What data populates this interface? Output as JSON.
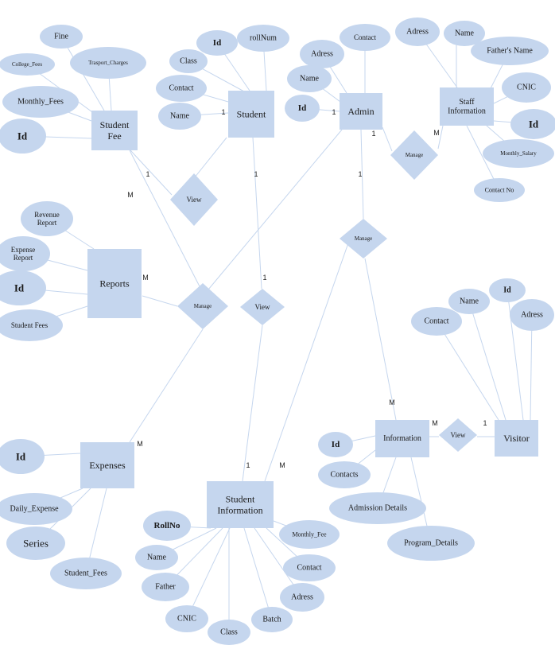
{
  "entities": [
    {
      "id": "student_fee",
      "lines": [
        "Student",
        "Fee"
      ]
    },
    {
      "id": "student",
      "lines": [
        "Student"
      ]
    },
    {
      "id": "admin",
      "lines": [
        "Admin"
      ]
    },
    {
      "id": "staff_information",
      "lines": [
        "Staff",
        "Information"
      ]
    },
    {
      "id": "reports",
      "lines": [
        "Reports"
      ]
    },
    {
      "id": "expenses",
      "lines": [
        "Expenses"
      ]
    },
    {
      "id": "student_information",
      "lines": [
        "Student",
        "Information"
      ]
    },
    {
      "id": "information",
      "lines": [
        "Information"
      ]
    },
    {
      "id": "visitor",
      "lines": [
        "Visitor"
      ]
    }
  ],
  "relationships": [
    {
      "id": "rel_view_1",
      "label": "View"
    },
    {
      "id": "rel_manage_staff",
      "label": "Manage"
    },
    {
      "id": "rel_manage_info",
      "label": "Manage"
    },
    {
      "id": "rel_manage_reports",
      "label": "Manage"
    },
    {
      "id": "rel_view_2",
      "label": "View"
    },
    {
      "id": "rel_view_visitor",
      "label": "View"
    }
  ],
  "attributes": [
    {
      "id": "a_fine",
      "lines": [
        "Fine"
      ]
    },
    {
      "id": "a_college_fees",
      "lines": [
        "College_Fees"
      ]
    },
    {
      "id": "a_transport",
      "lines": [
        "Trasport_Charges"
      ]
    },
    {
      "id": "a_monthly_fees",
      "lines": [
        "Monthly_Fees"
      ]
    },
    {
      "id": "a_sf_id",
      "lines": [
        "Id"
      ]
    },
    {
      "id": "a_st_id",
      "lines": [
        "Id"
      ]
    },
    {
      "id": "a_rollnum",
      "lines": [
        "rollNum"
      ]
    },
    {
      "id": "a_class",
      "lines": [
        "Class"
      ]
    },
    {
      "id": "a_st_contact",
      "lines": [
        "Contact"
      ]
    },
    {
      "id": "a_st_name",
      "lines": [
        "Name"
      ]
    },
    {
      "id": "a_ad_adress",
      "lines": [
        "Adress"
      ]
    },
    {
      "id": "a_ad_contact",
      "lines": [
        "Contact"
      ]
    },
    {
      "id": "a_ad_name",
      "lines": [
        "Name"
      ]
    },
    {
      "id": "a_ad_id",
      "lines": [
        "Id"
      ]
    },
    {
      "id": "a_sti_adress",
      "lines": [
        "Adress"
      ]
    },
    {
      "id": "a_sti_name",
      "lines": [
        "Name"
      ]
    },
    {
      "id": "a_father_name",
      "lines": [
        "Father's Name"
      ]
    },
    {
      "id": "a_cnic",
      "lines": [
        "CNIC"
      ]
    },
    {
      "id": "a_sti_id",
      "lines": [
        "Id"
      ]
    },
    {
      "id": "a_monthly_salary",
      "lines": [
        "Monthly_Salary"
      ]
    },
    {
      "id": "a_contact_no",
      "lines": [
        "Contact No"
      ]
    },
    {
      "id": "a_revenue",
      "lines": [
        "Revenue",
        "Report"
      ]
    },
    {
      "id": "a_expense_report",
      "lines": [
        "Expense",
        "Report"
      ]
    },
    {
      "id": "a_rep_id",
      "lines": [
        "Id"
      ]
    },
    {
      "id": "a_rep_student_fees",
      "lines": [
        "Student Fees"
      ]
    },
    {
      "id": "a_vis_name",
      "lines": [
        "Name"
      ]
    },
    {
      "id": "a_vis_id",
      "lines": [
        "Id"
      ]
    },
    {
      "id": "a_vis_contact",
      "lines": [
        "Contact"
      ]
    },
    {
      "id": "a_vis_adress",
      "lines": [
        "Adress"
      ]
    },
    {
      "id": "a_exp_id",
      "lines": [
        "Id"
      ]
    },
    {
      "id": "a_daily_expense",
      "lines": [
        "Daily_Expense"
      ]
    },
    {
      "id": "a_series",
      "lines": [
        "Series"
      ]
    },
    {
      "id": "a_exp_student_fees",
      "lines": [
        "Student_Fees"
      ]
    },
    {
      "id": "a_inf_id",
      "lines": [
        "Id"
      ]
    },
    {
      "id": "a_inf_contacts",
      "lines": [
        "Contacts"
      ]
    },
    {
      "id": "a_admission",
      "lines": [
        "Admission Details"
      ]
    },
    {
      "id": "a_program",
      "lines": [
        "Program_Details"
      ]
    },
    {
      "id": "a_rollno",
      "lines": [
        "RollNo"
      ]
    },
    {
      "id": "a_si_name",
      "lines": [
        "Name"
      ]
    },
    {
      "id": "a_father",
      "lines": [
        "Father"
      ]
    },
    {
      "id": "a_si_cnic",
      "lines": [
        "CNIC"
      ]
    },
    {
      "id": "a_si_class",
      "lines": [
        "Class"
      ]
    },
    {
      "id": "a_batch",
      "lines": [
        "Batch"
      ]
    },
    {
      "id": "a_si_adress",
      "lines": [
        "Adress"
      ]
    },
    {
      "id": "a_si_contact",
      "lines": [
        "Contact"
      ]
    },
    {
      "id": "a_monthly_fee",
      "lines": [
        "Monthly_Fee"
      ]
    }
  ],
  "cardinalities": [
    {
      "id": "c1",
      "text": "1"
    },
    {
      "id": "c2",
      "text": "1"
    },
    {
      "id": "c3",
      "text": "1"
    },
    {
      "id": "c4",
      "text": "M"
    },
    {
      "id": "c5",
      "text": "1"
    },
    {
      "id": "c6",
      "text": "M"
    },
    {
      "id": "c7",
      "text": "1"
    },
    {
      "id": "c8",
      "text": "1"
    },
    {
      "id": "c9",
      "text": "M"
    },
    {
      "id": "c10",
      "text": "1"
    },
    {
      "id": "c11",
      "text": "M"
    },
    {
      "id": "c12",
      "text": "M"
    },
    {
      "id": "c13",
      "text": "M"
    },
    {
      "id": "c14",
      "text": "1"
    },
    {
      "id": "c15",
      "text": "1"
    },
    {
      "id": "c16",
      "text": "M"
    }
  ],
  "colors": {
    "shape_fill": "#c5d6ee",
    "line": "#c5d6ee",
    "text": "#1a1a1a"
  }
}
